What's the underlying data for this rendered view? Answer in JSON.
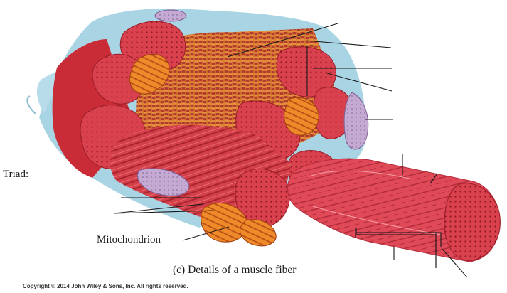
{
  "figure": {
    "labels": {
      "triad": "Triad:",
      "mitochondrion": "Mitochondrion"
    },
    "caption": "(c) Details of a muscle fiber",
    "copyright": "Copyright © 2014 John Wiley & Sons, Inc. All rights reserved."
  },
  "colors": {
    "membrane_blue": "#a9d4e4",
    "myofibril_red": "#d63b48",
    "myofibril_dark": "#b8232f",
    "reticulum_orange": "#d9842e",
    "mitochondrion_orange": "#e57722",
    "tubule_purple": "#b39ac4"
  },
  "icons": {
    "illustration": "muscle-fiber-illustration"
  }
}
